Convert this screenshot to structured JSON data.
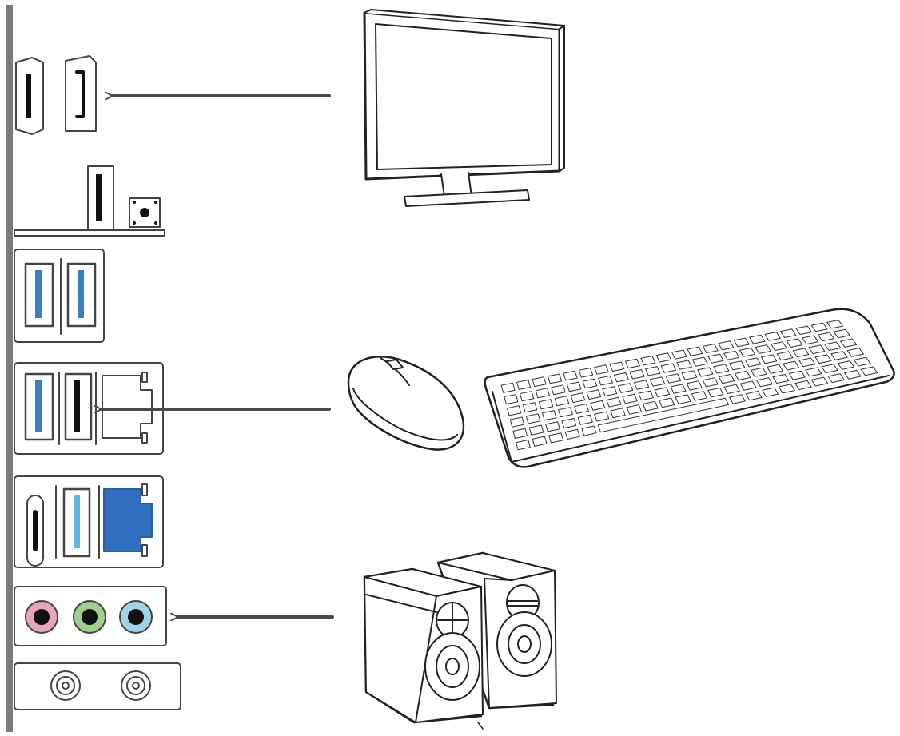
{
  "colors": {
    "line": "#222222",
    "panel": "#7a7a7a",
    "arrow": "#4a4a4a",
    "usb_blue": "#3a7fc4",
    "usb_light_blue": "#5fb6e0",
    "lan_blue": "#2f6fbd",
    "audio_pink": "#e7a6bd",
    "audio_green": "#9fcf8d",
    "audio_blue": "#9fd3ea"
  },
  "io_panel": {
    "ports": [
      {
        "name": "hdmi-port",
        "icon": "hdmi-port-icon"
      },
      {
        "name": "displayport",
        "icon": "displayport-icon"
      },
      {
        "name": "usb-flashback-port",
        "icon": "usb-port-icon"
      },
      {
        "name": "flashback-button",
        "icon": "button-icon"
      },
      {
        "name": "usb-blue-port",
        "icon": "usb-port-icon"
      },
      {
        "name": "usb-c-port",
        "icon": "usb-c-port-icon"
      },
      {
        "name": "lan-port",
        "icon": "ethernet-port-icon"
      },
      {
        "name": "audio-pink-jack",
        "icon": "audio-jack-icon"
      },
      {
        "name": "audio-green-jack",
        "icon": "audio-jack-icon"
      },
      {
        "name": "audio-blue-jack",
        "icon": "audio-jack-icon"
      },
      {
        "name": "wifi-antenna-connector",
        "icon": "antenna-connector-icon"
      }
    ]
  },
  "devices": [
    {
      "name": "monitor",
      "icon": "monitor-icon"
    },
    {
      "name": "mouse",
      "icon": "mouse-icon"
    },
    {
      "name": "keyboard",
      "icon": "keyboard-icon"
    },
    {
      "name": "speakers",
      "icon": "speakers-icon"
    }
  ]
}
